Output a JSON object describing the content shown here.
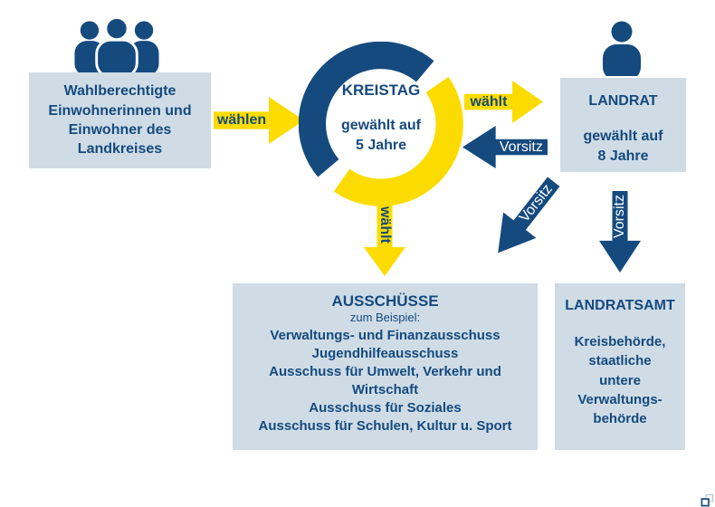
{
  "colors": {
    "navy": "#154a7e",
    "yellow": "#fcdc00",
    "box_background": "#cfdce6",
    "label_on_navy": "#ffffff"
  },
  "voters": {
    "text": "Wahlberechtigte\nEinwohnerinnen und\nEinwohner des\nLandkreises"
  },
  "kreistag": {
    "title": "KREISTAG",
    "term": "gewählt auf\n5 Jahre"
  },
  "landrat": {
    "title": "LANDRAT",
    "term": "gewählt auf\n8 Jahre"
  },
  "arrows": {
    "waehlen": "wählen",
    "waehlt_landrat": "wählt",
    "vorsitz_kreistag": "Vorsitz",
    "waehlt_ausschuesse": "wählt",
    "vorsitz_ausschuesse": "Vorsitz",
    "vorsitz_landratsamt": "Vorsitz"
  },
  "committees": {
    "title": "AUSSCHÜSSE",
    "subtitle": "zum Beispiel:",
    "items": [
      "Verwaltungs- und Finanzausschuss",
      "Jugendhilfeausschuss",
      "Ausschuss für Umwelt, Verkehr und Wirtschaft",
      "Ausschuss für Soziales",
      "Ausschuss für Schulen, Kultur u. Sport"
    ]
  },
  "landratsamt": {
    "title": "LANDRATSAMT",
    "body": "Kreisbehörde,\nstaatliche\nuntere\nVerwaltungs-\nbehörde"
  },
  "icons": {
    "voters": "people-group-icon",
    "landrat": "person-icon",
    "corner": "window-restore-icon"
  }
}
